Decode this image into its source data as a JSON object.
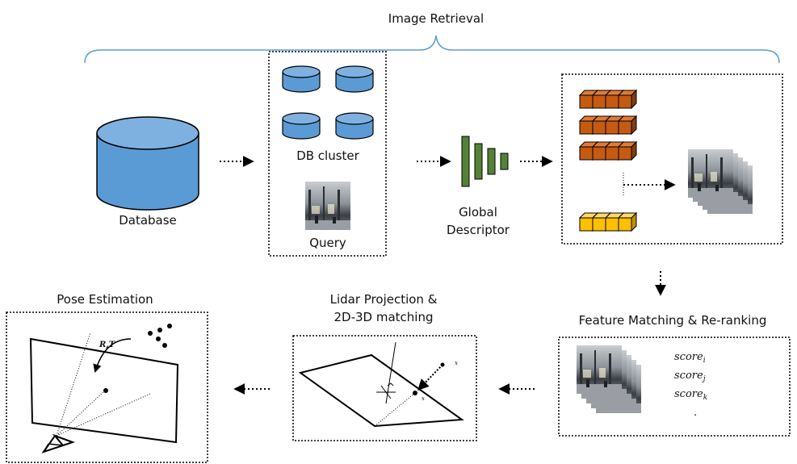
{
  "diagram": {
    "title": "Image Retrieval",
    "database_label": "Database",
    "db_cluster_label": "DB cluster",
    "query_label": "Query",
    "global_descriptor_label_line1": "Global",
    "global_descriptor_label_line2": "Descriptor",
    "feature_matching_label": "Feature Matching & Re-ranking",
    "lidar_label_line1": "Lidar Projection &",
    "lidar_label_line2": "2D-3D matching",
    "pose_label": "Pose Estimation",
    "score_i": "score",
    "score_i_sub": "i",
    "score_j": "score",
    "score_j_sub": "j",
    "score_k": "score",
    "score_k_sub": "k",
    "score_more": ".",
    "rt_label": "R,T",
    "point_label": "x",
    "projected_label": "x"
  },
  "colors": {
    "database_blue": "#5b9bd5",
    "feature_orange": "#c55a11",
    "feature_yellow": "#ffc000",
    "descriptor_green": "#548235",
    "bracket_blue": "#5b9bd5"
  }
}
